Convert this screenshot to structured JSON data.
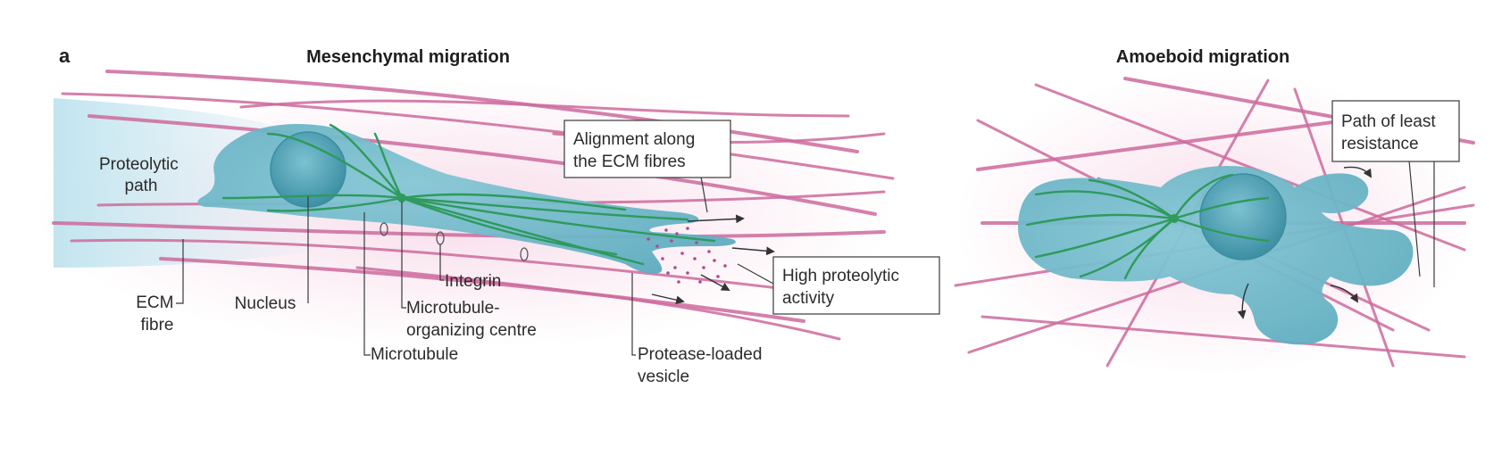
{
  "panel_label": "a",
  "left": {
    "title": "Mesenchymal migration",
    "labels": {
      "proteolytic_path": [
        "Proteolytic",
        "path"
      ],
      "alignment": [
        "Alignment along",
        "the ECM fibres"
      ],
      "high_activity": [
        "High proteolytic",
        "activity"
      ],
      "ecm_fibre": [
        "ECM",
        "fibre"
      ],
      "nucleus": "Nucleus",
      "integrin": "Integrin",
      "mtoc": [
        "Microtubule-",
        "organizing centre"
      ],
      "microtubule": "Microtubule",
      "vesicle": [
        "Protease-loaded",
        "vesicle"
      ]
    }
  },
  "right": {
    "title": "Amoeboid migration",
    "labels": {
      "path_least": [
        "Path of least",
        "resistance"
      ]
    }
  },
  "colors": {
    "cell": "#6fb9c9",
    "cell_dark": "#3f93a8",
    "fibre": "#cc6a9c",
    "microtubule": "#2e9a5c",
    "vesicle": "#b04a8a"
  }
}
